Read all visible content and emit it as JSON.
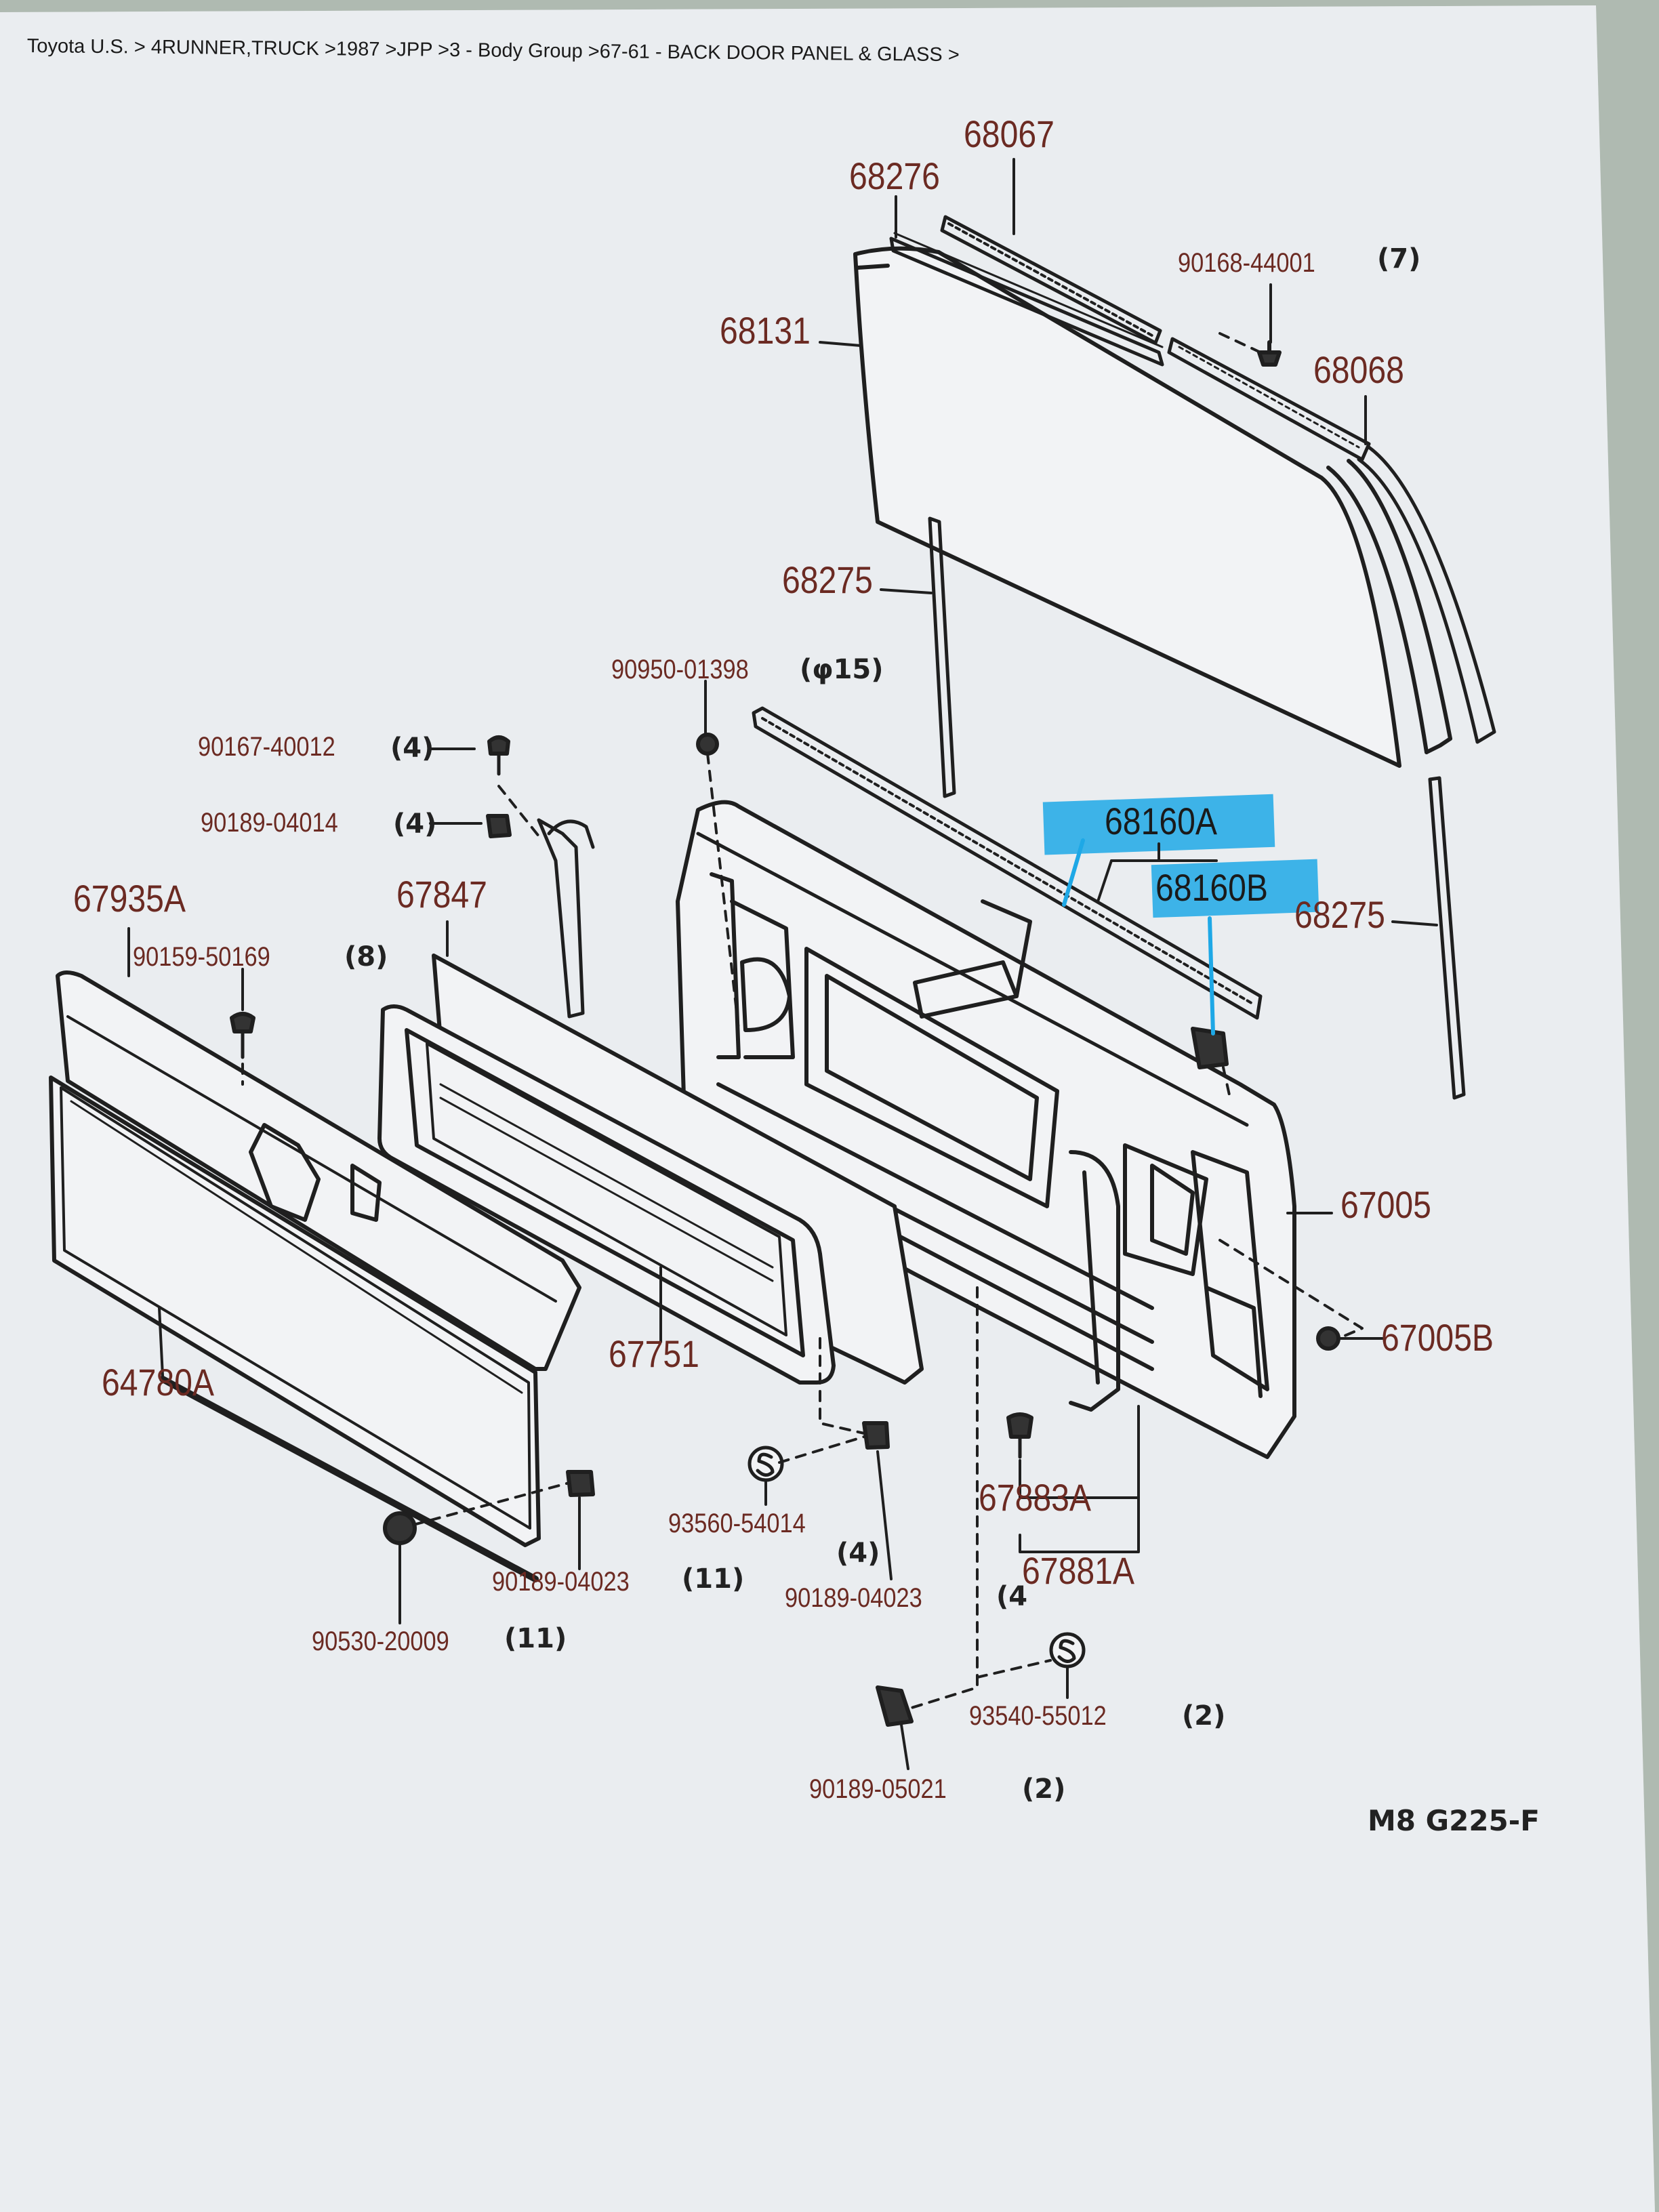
{
  "breadcrumb": "Toyota U.S. > 4RUNNER,TRUCK >1987 >JPP >3 - Body Group >67-61 - BACK DOOR PANEL & GLASS >",
  "colors": {
    "paper": "#f2f3f5",
    "line": "#1f1f1f",
    "part_label": "#6b2a22",
    "highlight": "#1ea8e6"
  },
  "parts": {
    "p68067": "68067",
    "p68276": "68276",
    "p68131": "68131",
    "p90168_44001": "90168-44001",
    "p68068": "68068",
    "p68275_left": "68275",
    "p68275_right": "68275",
    "p90950_01398": "90950-01398",
    "p90167_40012": "90167-40012",
    "p90189_04014": "90189-04014",
    "p68160A": "68160A",
    "p68160B": "68160B",
    "p67935A": "67935A",
    "p67847": "67847",
    "p90159_50169": "90159-50169",
    "p67005": "67005",
    "p67005B": "67005B",
    "p64780A": "64780A",
    "p67751": "67751",
    "p93560_54014": "93560-54014",
    "p67883A": "67883A",
    "p67881A": "67881A",
    "p90189_04023_left": "90189-04023",
    "p90189_04023_mid": "90189-04023",
    "p90530_20009": "90530-20009",
    "p93540_55012": "93540-55012",
    "p90189_05021": "90189-05021"
  },
  "quantities": {
    "q90168": "(7)",
    "q90950": "(φ15)",
    "q90167": "(4)",
    "q90189_04014": "(4)",
    "q90159": "(8)",
    "q90189_04023_left": "(11)",
    "q90530": "(11)",
    "q93560": "(4)",
    "q90189_04023_mid": "(4",
    "q93540": "(2)",
    "q90189_05021": "(2)"
  },
  "figure_code": "M8 G225-F"
}
